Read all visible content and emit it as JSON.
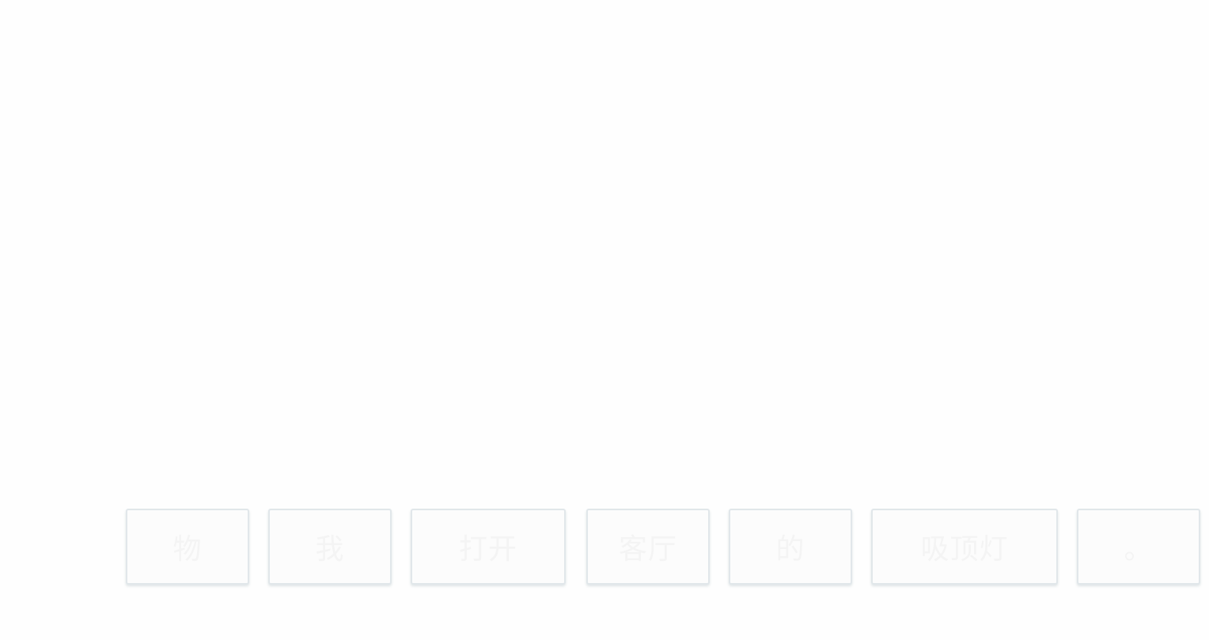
{
  "choices": [
    {
      "label": "物"
    },
    {
      "label": "我"
    },
    {
      "label": "打开"
    },
    {
      "label": "客厅"
    },
    {
      "label": "的"
    },
    {
      "label": "吸顶灯"
    },
    {
      "label": "。"
    }
  ]
}
